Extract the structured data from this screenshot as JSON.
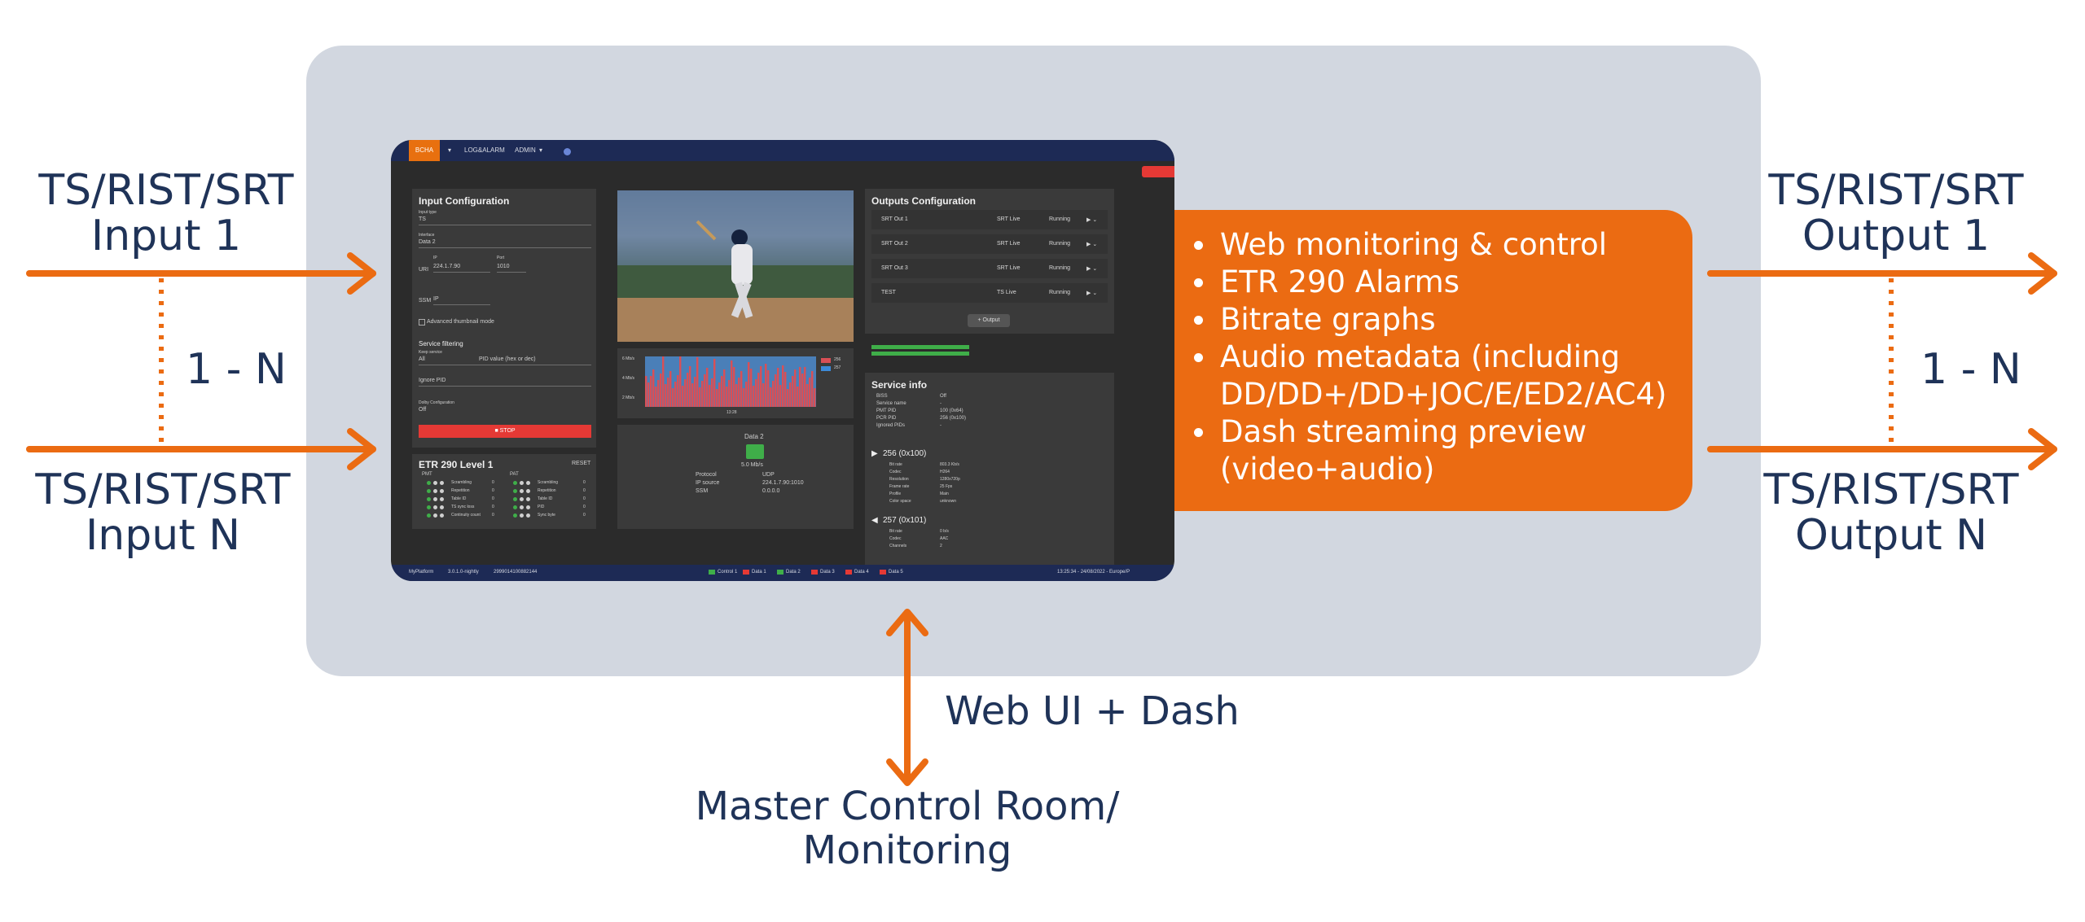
{
  "inputs": {
    "top_line1": "TS/RIST/SRT",
    "top_line2": "Input 1",
    "bottom_line1": "TS/RIST/SRT",
    "bottom_line2": "Input N",
    "range": "1 - N"
  },
  "outputs": {
    "top_line1": "TS/RIST/SRT",
    "top_line2": "Output 1",
    "bottom_line1": "TS/RIST/SRT",
    "bottom_line2": "Output N",
    "range": "1 - N"
  },
  "features": [
    "Web monitoring & control",
    "ETR 290 Alarms",
    "Bitrate graphs",
    "Audio metadata (including DD/DD+/DD+JOC/E/ED2/AC4)",
    "Dash streaming preview (video+audio)"
  ],
  "link_label": "Web UI + Dash",
  "destination": {
    "line1": "Master Control Room/",
    "line2": "Monitoring"
  },
  "colors": {
    "orange": "#eb6b12",
    "navy": "#1f3358",
    "box_gray": "#d2d7e0"
  },
  "screenshot": {
    "nav": {
      "brand": "BCHA",
      "log": "LOG&ALARM",
      "admin": "ADMIN"
    },
    "input_config": {
      "title": "Input Configuration",
      "input_type_label": "Input type",
      "input_type": "TS",
      "interface_label": "Interface",
      "interface": "Data 2",
      "uri_label": "URI",
      "ip_label": "IP",
      "ip": "224.1.7.90",
      "port_label": "Port",
      "port": "1010",
      "ssm_label": "SSM",
      "ssm_value": "IP",
      "thumbnail": "Advanced thumbnail mode",
      "service_filtering": "Service filtering",
      "keep_service_label": "Keep service",
      "keep_service": "All",
      "pid_placeholder": "PID value (hex or dec)",
      "ignore_pid": "Ignore PID",
      "dolby_label": "Dolby Configuration",
      "dolby_value": "Off",
      "stop": "STOP"
    },
    "etr": {
      "title": "ETR 290 Level 1",
      "reset": "RESET",
      "pmt": "PMT",
      "pat": "PAT",
      "rows_left": [
        "Scrambling",
        "Repetition",
        "Table ID",
        "TS sync loss",
        "Continuity count"
      ],
      "rows_right": [
        "Scrambling",
        "Repetition",
        "Table ID",
        "PID",
        "Sync byte"
      ],
      "zero": "0"
    },
    "graph": {
      "y_labels": [
        "6 Mb/s",
        "4 Mb/s",
        "2 Mb/s"
      ],
      "x_label": "13:28",
      "legend": [
        "256",
        "257"
      ]
    },
    "interface_panel": {
      "name": "Data 2",
      "rate": "5.0 Mb/s",
      "protocol_label": "Protocol",
      "protocol": "UDP",
      "source_label": "IP source",
      "source": "224.1.7.90:1010",
      "ssm_label": "SSM",
      "ssm": "0.0.0.0"
    },
    "outputs_config": {
      "title": "Outputs Configuration",
      "rows": [
        {
          "name": "SRT Out 1",
          "type": "SRT Live",
          "status": "Running"
        },
        {
          "name": "SRT Out 2",
          "type": "SRT Live",
          "status": "Running"
        },
        {
          "name": "SRT Out 3",
          "type": "SRT Live",
          "status": "Running"
        },
        {
          "name": "TEST",
          "type": "TS Live",
          "status": "Running"
        }
      ],
      "add_output": "+ Output"
    },
    "service_info": {
      "title": "Service info",
      "fields": [
        {
          "k": "BISS",
          "v": "Off"
        },
        {
          "k": "Service name",
          "v": "-"
        },
        {
          "k": "PMT PID",
          "v": "100 (0x64)"
        },
        {
          "k": "PCR PID",
          "v": "256 (0x100)"
        },
        {
          "k": "Ignored PIDs",
          "v": "-"
        }
      ],
      "video_pid": "256 (0x100)",
      "video_fields": [
        {
          "k": "Bit rate",
          "v": "803.3 Kb/s"
        },
        {
          "k": "Codec",
          "v": "H264"
        },
        {
          "k": "Resolution",
          "v": "1280x720p"
        },
        {
          "k": "Frame rate",
          "v": "25 Fps"
        },
        {
          "k": "Profile",
          "v": "Main"
        },
        {
          "k": "Color space",
          "v": "unknown"
        }
      ],
      "audio_pid": "257 (0x101)",
      "audio_fields": [
        {
          "k": "Bit rate",
          "v": "0 b/s"
        },
        {
          "k": "Codec",
          "v": "AAC"
        },
        {
          "k": "Channels",
          "v": "2"
        }
      ]
    },
    "status": {
      "platform": "MyPlatform",
      "version": "3.0.1.0-nightly",
      "serial": "2999014100882144",
      "interfaces": [
        "Control 1",
        "Data 1",
        "Data 2",
        "Data 3",
        "Data 4",
        "Data 5"
      ],
      "clock": "13:25:34 - 24/08/2022 - Europe/P"
    }
  }
}
